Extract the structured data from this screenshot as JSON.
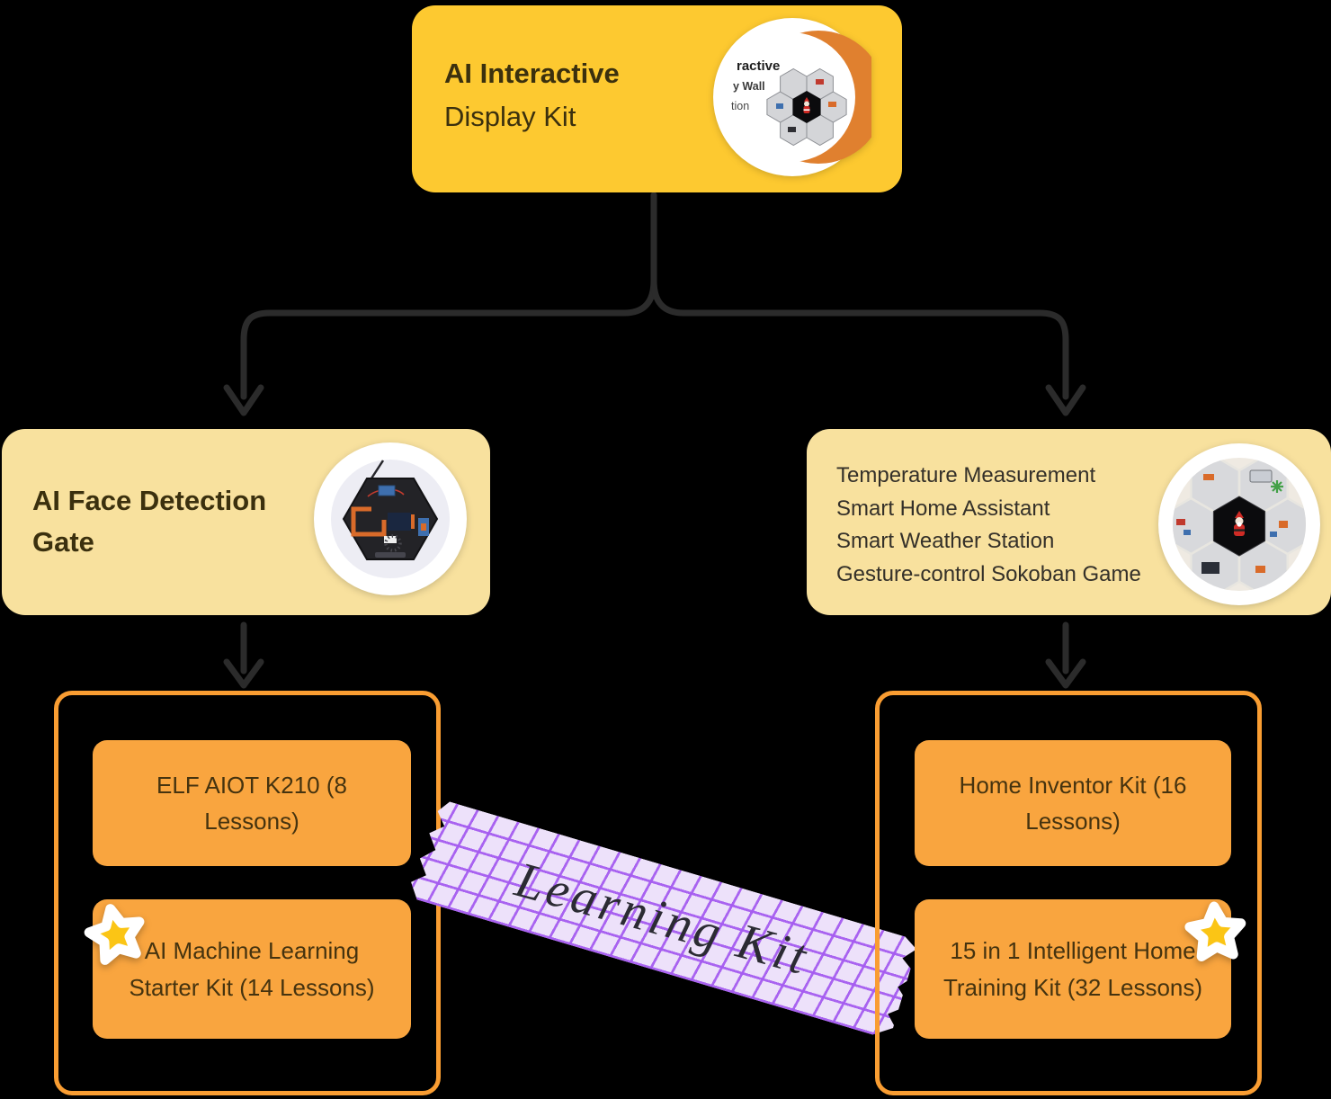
{
  "colors": {
    "background": "#000000",
    "gold": "#FDC930",
    "cream": "#F8E19E",
    "orange_fill": "#F9A53F",
    "orange_border": "#F99D32",
    "arrow": "#2B2B2B",
    "tape_bg": "#EDE1FA",
    "tape_grid": "#A55CF0",
    "star": "#FBC515",
    "heading_text": "#3B300E",
    "body_text": "#343029",
    "box_text": "#45330F"
  },
  "top_node": {
    "title_bold": "AI Interactive",
    "title_regular": "Display Kit",
    "logo": {
      "text_fragment_1": "ractive",
      "text_fragment_2": "y Wall",
      "text_fragment_3": "tion"
    }
  },
  "left_node": {
    "title": "AI Face Detection Gate"
  },
  "right_node": {
    "features": [
      "Temperature Measurement",
      "Smart Home Assistant",
      "Smart Weather Station",
      "Gesture-control Sokoban Game"
    ]
  },
  "left_group": {
    "kits": [
      {
        "label": "ELF AIOT K210 (8 Lessons)",
        "starred": false
      },
      {
        "label": "AI Machine Learning Starter Kit (14 Lessons)",
        "starred": true
      }
    ]
  },
  "right_group": {
    "kits": [
      {
        "label": "Home Inventor Kit (16 Lessons)",
        "starred": false
      },
      {
        "label": "15 in 1 Intelligent Home Training Kit (32 Lessons)",
        "starred": true
      }
    ]
  },
  "tape": {
    "label": "Learning Kit"
  }
}
